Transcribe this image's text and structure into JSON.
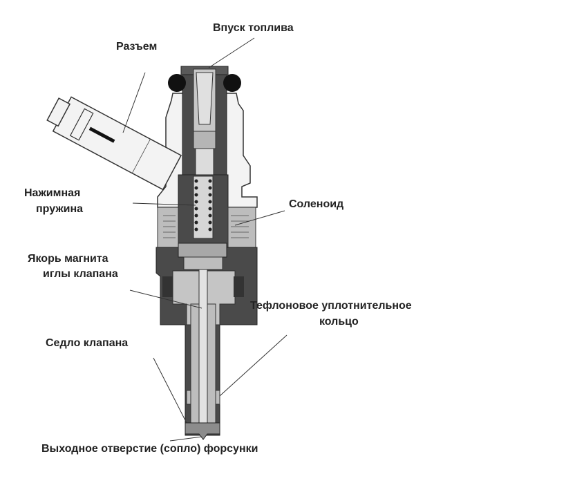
{
  "title": "Устройство форсунки",
  "labels": {
    "fuel_inlet": "Впуск топлива",
    "connector": "Разъем",
    "spring_1": "Нажимная",
    "spring_2": "пружина",
    "solenoid": "Соленоид",
    "armature_1": "Якорь магнита",
    "armature_2": "иглы клапана",
    "teflon_1": "Тефлоновое уплотнительное",
    "teflon_2": "кольцо",
    "valve_seat": "Седло клапана",
    "nozzle": "Выходное отверстие (сопло) форсунки"
  },
  "colors": {
    "body_dark": "#4a4a4a",
    "body_mid": "#8c8c8c",
    "body_light": "#c8c8c8",
    "oring": "#111111",
    "text": "#222222"
  }
}
